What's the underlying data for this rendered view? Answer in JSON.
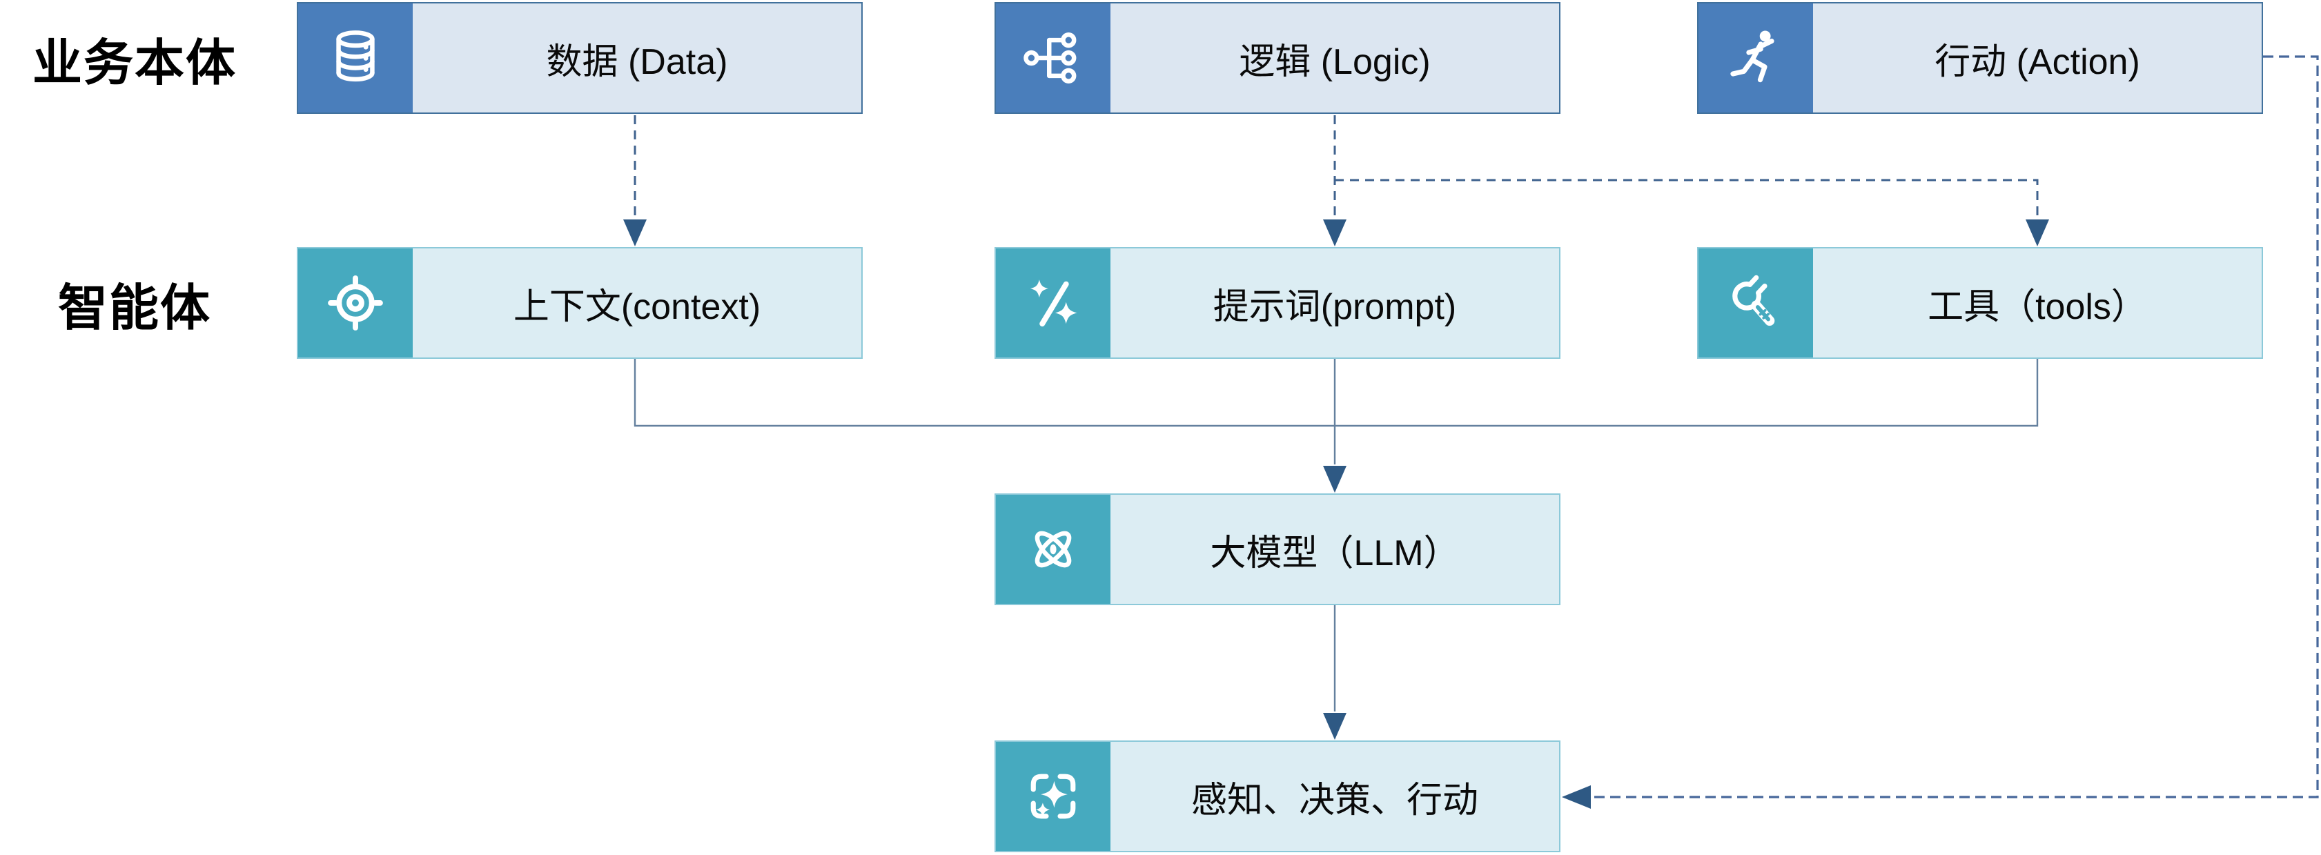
{
  "row_labels": [
    {
      "text": "业务本体"
    },
    {
      "text": "智能体"
    }
  ],
  "nodes": {
    "data": {
      "label": "数据 (Data)",
      "icon": "database-icon"
    },
    "logic": {
      "label": "逻辑 (Logic)",
      "icon": "hierarchy-icon"
    },
    "action": {
      "label": "行动 (Action)",
      "icon": "runner-icon"
    },
    "context": {
      "label": "上下文(context)",
      "icon": "target-icon"
    },
    "prompt": {
      "label": "提示词(prompt)",
      "icon": "wand-icon"
    },
    "tools": {
      "label": "工具（tools）",
      "icon": "wrench-icon"
    },
    "llm": {
      "label": "大模型（LLM）",
      "icon": "atom-icon"
    },
    "outcome": {
      "label": "感知、决策、行动",
      "icon": "sparkle-frame-icon"
    }
  },
  "edges": [
    {
      "from": "data",
      "to": "context",
      "style": "dashed-arrow"
    },
    {
      "from": "logic",
      "to": "prompt",
      "style": "dashed-arrow"
    },
    {
      "from": "logic",
      "to": "tools",
      "style": "dashed-arrow"
    },
    {
      "from": "action",
      "to": "outcome",
      "style": "dashed-arrow"
    },
    {
      "from": "context",
      "to": "llm",
      "style": "solid-line"
    },
    {
      "from": "prompt",
      "to": "llm",
      "style": "solid-arrow"
    },
    {
      "from": "tools",
      "to": "llm",
      "style": "solid-line"
    },
    {
      "from": "llm",
      "to": "outcome",
      "style": "solid-arrow"
    }
  ],
  "colors": {
    "business_icon_bg": "#4a7ebb",
    "business_body_bg": "#dce6f1",
    "business_border": "#41719c",
    "agent_icon_bg": "#46aabf",
    "agent_body_bg": "#dcedf3",
    "agent_border": "#8cc9d9",
    "connector_solid": "#64809e",
    "connector_dashed": "#3f628e",
    "arrowhead": "#2e5984",
    "label_text": "#000000",
    "background": "#ffffff"
  }
}
